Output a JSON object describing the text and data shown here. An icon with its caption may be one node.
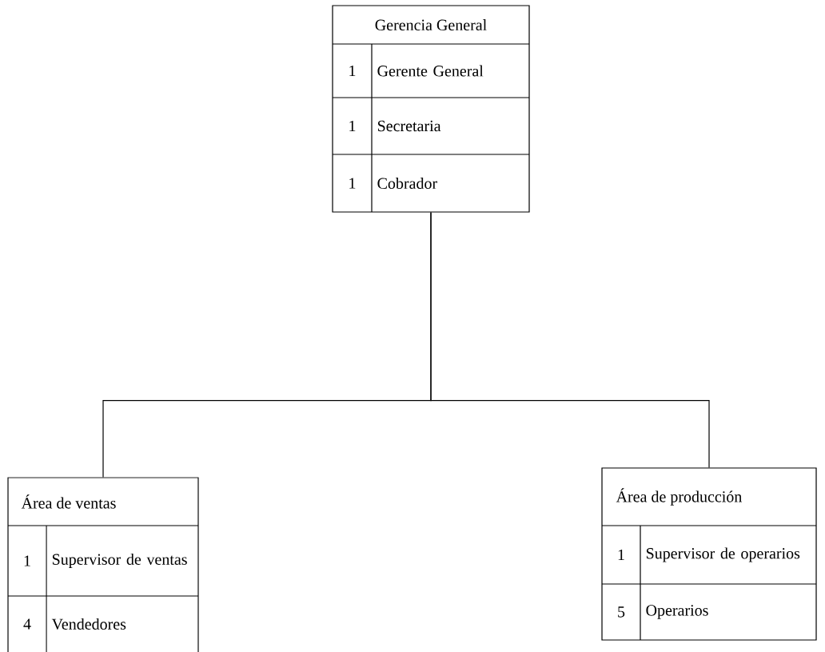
{
  "diagram": {
    "nodes": [
      {
        "text": [
          "Gerencia General",
          "1",
          "Gerente General",
          "1",
          "Secretaria",
          "1",
          "Cobrador"
        ]
      },
      {
        "text": [
          "Área de ventas",
          "1",
          "Supervisor de ventas",
          "4",
          "Vendedores"
        ]
      },
      {
        "text": [
          "Área de producción",
          "1",
          "Supervisor de operarios",
          "5",
          "Operarios"
        ]
      }
    ],
    "edges": [
      {
        "from": 0,
        "to": 1,
        "arrow": "none"
      },
      {
        "from": 0,
        "to": 2,
        "arrow": "none"
      }
    ]
  }
}
